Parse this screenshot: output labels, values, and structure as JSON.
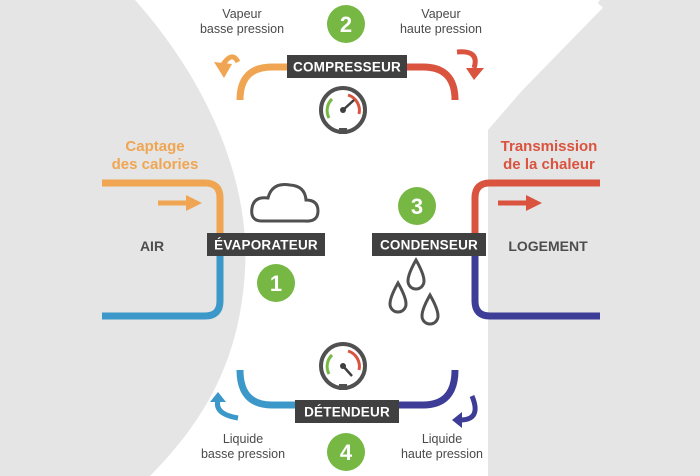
{
  "colors": {
    "orange": "#f0a552",
    "red": "#d9533f",
    "blue": "#3b98c9",
    "navy": "#3d3c96",
    "green": "#76b843",
    "box": "#404040",
    "gray_zone": "#e5e5e5",
    "icon_gray": "#505050"
  },
  "left_zone": {
    "label": "AIR",
    "heading_line1": "Captage",
    "heading_line2": "des calories"
  },
  "right_zone": {
    "label": "LOGEMENT",
    "heading_line1": "Transmission",
    "heading_line2": "de la chaleur"
  },
  "components": {
    "compressor": "COMPRESSEUR",
    "evaporator": "ÉVAPORATEUR",
    "condenser": "CONDENSEUR",
    "expansion_valve": "DÉTENDEUR"
  },
  "states": {
    "top_left": {
      "line1": "Vapeur",
      "line2": "basse pression"
    },
    "top_right": {
      "line1": "Vapeur",
      "line2": "haute pression"
    },
    "bottom_left": {
      "line1": "Liquide",
      "line2": "basse pression"
    },
    "bottom_right": {
      "line1": "Liquide",
      "line2": "haute pression"
    }
  },
  "steps": {
    "one": "1",
    "two": "2",
    "three": "3",
    "four": "4"
  },
  "icons": [
    "cloud-icon",
    "water-drops-icon",
    "pressure-gauge-icon",
    "arrow-icon"
  ]
}
